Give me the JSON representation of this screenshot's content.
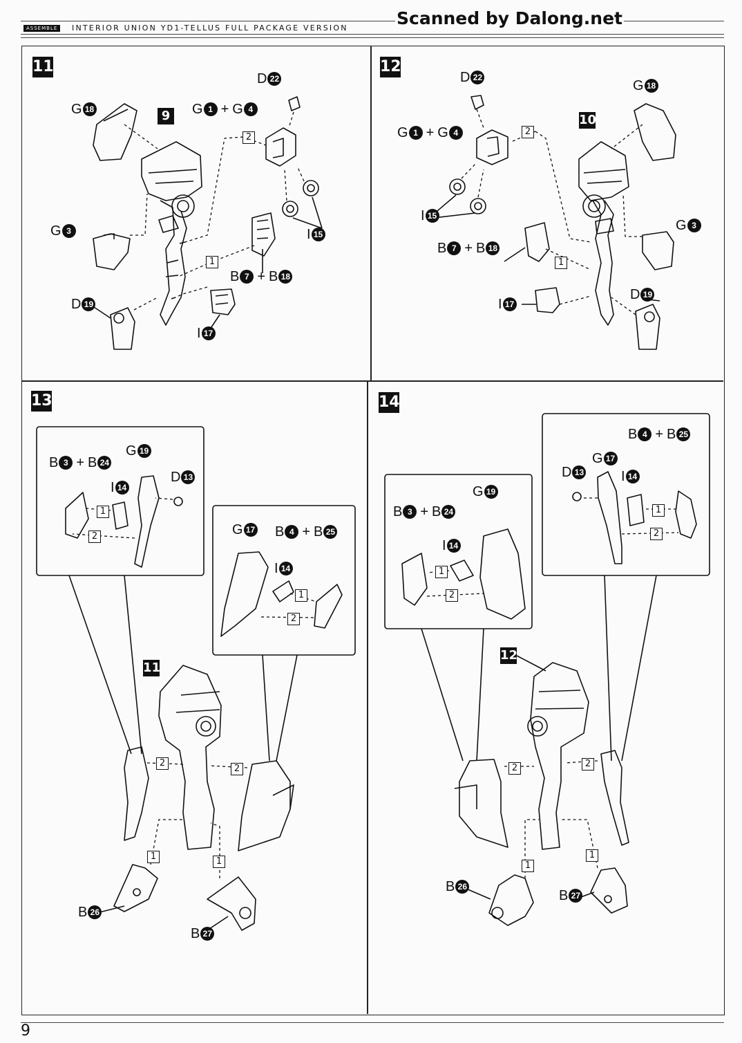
{
  "header": {
    "tag": "ASSEMBLE",
    "title": "INTERIOR UNION YD1-TELLUS FULL PACKAGE VERSION",
    "scanned_by": "Scanned by Dalong.net"
  },
  "page_number": "9",
  "steps": [
    {
      "number": "11",
      "ref_step": "9",
      "parts": [
        "D22",
        "G18",
        "G1 + G4",
        "G3",
        "I15",
        "B7 + B18",
        "D19",
        "I17"
      ],
      "arrows": [
        "2",
        "1"
      ]
    },
    {
      "number": "12",
      "ref_step": "10",
      "parts": [
        "D22",
        "G18",
        "G1 + G4",
        "G3",
        "I15",
        "B7 + B18",
        "D19",
        "I17"
      ],
      "arrows": [
        "2",
        "1"
      ]
    },
    {
      "number": "13",
      "ref_step": "11",
      "parts": [
        "B3 + B24",
        "G19",
        "D13",
        "I14",
        "G17",
        "B4 + B25",
        "B26",
        "B27"
      ],
      "arrows": [
        "1",
        "2"
      ]
    },
    {
      "number": "14",
      "ref_step": "12",
      "parts": [
        "B4 + B25",
        "G17",
        "D13",
        "I14",
        "G19",
        "B3 + B24",
        "B26",
        "B27"
      ],
      "arrows": [
        "1",
        "2"
      ]
    }
  ]
}
